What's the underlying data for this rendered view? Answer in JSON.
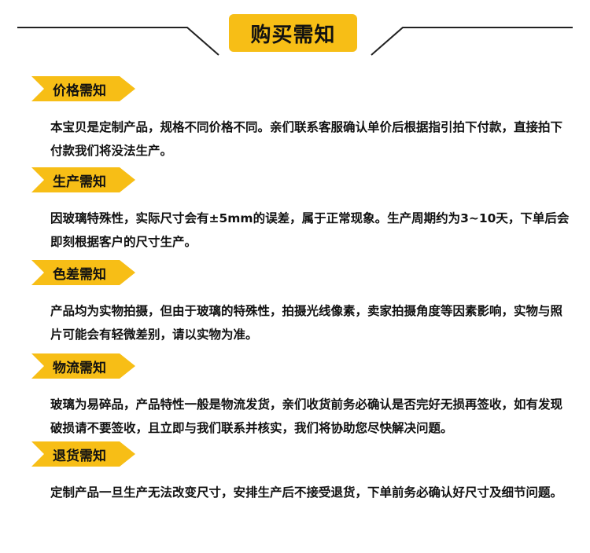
{
  "header": {
    "title": "购买需知",
    "accent_color": "#F7BE16"
  },
  "sections": [
    {
      "heading": "价格需知",
      "text": "本宝贝是定制产品，规格不同价格不同。亲们联系客服确认单价后根据指引拍下付款，直接拍下付款我们将没法生产。"
    },
    {
      "heading": "生产需知",
      "text": "因玻璃特殊性，实际尺寸会有±5mm的误差，属于正常现象。生产周期约为3~10天，下单后会即刻根据客户的尺寸生产。"
    },
    {
      "heading": "色差需知",
      "text": "产品均为实物拍摄，但由于玻璃的特殊性，拍摄光线像素，卖家拍摄角度等因素影响，实物与照片可能会有轻微差别，请以实物为准。"
    },
    {
      "heading": "物流需知",
      "text": "玻璃为易碎品，产品特性一般是物流发货，亲们收货前务必确认是否完好无损再签收，如有发现破损请不要签收，且立即与我们联系并核实，我们将协助您尽快解决问题。"
    },
    {
      "heading": "退货需知",
      "text": "定制产品一旦生产无法改变尺寸，安排生产后不接受退货，下单前务必确认好尺寸及细节问题。"
    }
  ]
}
